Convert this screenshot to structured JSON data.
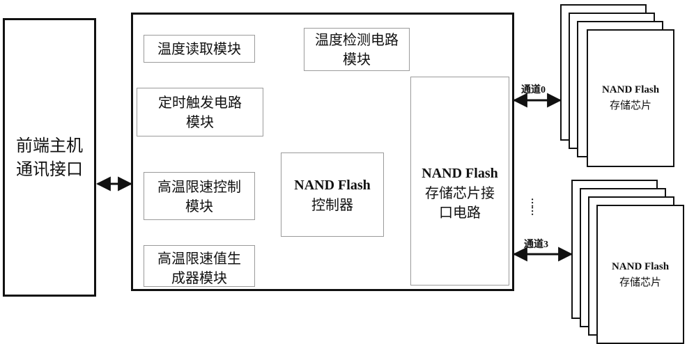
{
  "host": {
    "line1": "前端主机",
    "line2": "通讯接口"
  },
  "modules": {
    "temp_read": "温度读取模块",
    "temp_detect": {
      "line1": "温度检测电路",
      "line2": "模块"
    },
    "timer": {
      "line1": "定时触发电路",
      "line2": "模块"
    },
    "speed_ctrl": {
      "line1": "高温限速控制",
      "line2": "模块"
    },
    "speed_value": {
      "line1": "高温限速值生",
      "line2": "成器模块"
    },
    "controller": {
      "line1": "NAND Flash",
      "line2": "控制器"
    },
    "interface": {
      "line1": "NAND Flash",
      "line2": "存储芯片接",
      "line3": "口电路"
    }
  },
  "chips": {
    "top": {
      "line1": "NAND Flash",
      "line2": "存储芯片"
    },
    "bottom": {
      "line1": "NAND Flash",
      "line2": "存储芯片"
    }
  },
  "channels": {
    "ch0": "通道0",
    "ch3": "通道3",
    "ellipsis": "……"
  },
  "colors": {
    "stroke": "#111111",
    "thin_border": "#9a9a9a",
    "background": "#ffffff"
  }
}
